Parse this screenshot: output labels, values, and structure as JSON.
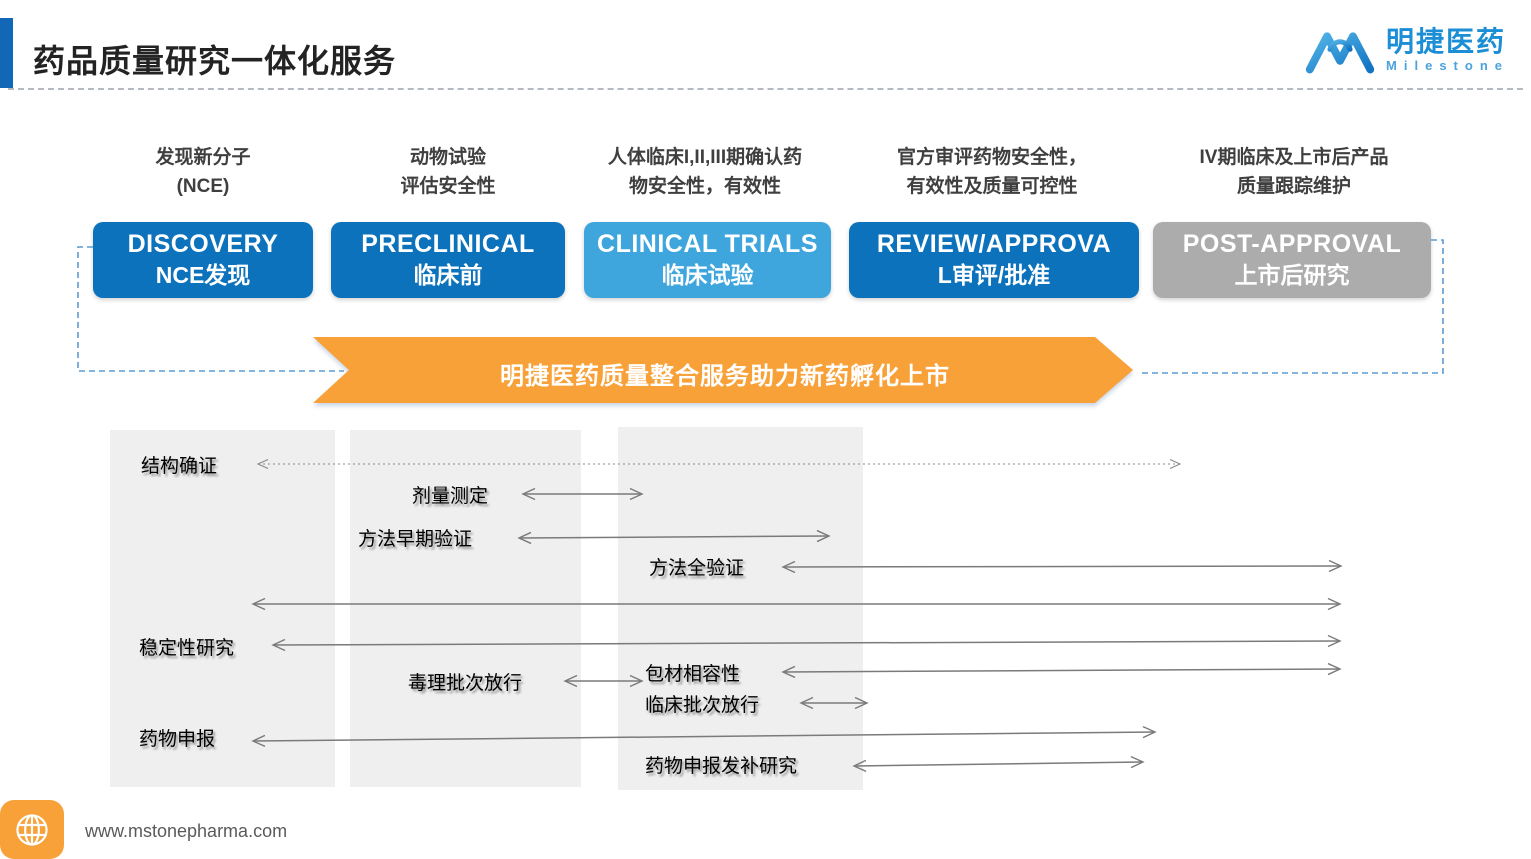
{
  "slide": {
    "title": "药品质量研究一体化服务",
    "logo": {
      "cn": "明捷医药",
      "en": "Milestone"
    },
    "footer_url": "www.mstonepharma.com"
  },
  "stages": [
    {
      "caption_line1": "发现新分子",
      "caption_line2": "(NCE)",
      "box_line1": "DISCOVERY",
      "box_line2": "NCE发现",
      "color": "#0c72bc"
    },
    {
      "caption_line1": "动物试验",
      "caption_line2": "评估安全性",
      "box_line1": "PRECLINICAL",
      "box_line2": "临床前",
      "color": "#0c72bc"
    },
    {
      "caption_line1": "人体临床I,II,III期确认药",
      "caption_line2": "物安全性，有效性",
      "box_line1": "CLINICAL TRIALS",
      "box_line2": "临床试验",
      "color": "#3fa6dd"
    },
    {
      "caption_line1": "官方审评药物安全性，",
      "caption_line2": "有效性及质量可控性",
      "box_line1": "REVIEW/APPROVA",
      "box_line2": "L审评/批准",
      "color": "#0c72bc"
    },
    {
      "caption_line1": "IV期临床及上市后产品",
      "caption_line2": "质量跟踪维护",
      "box_line1": "POST-APPROVAL",
      "box_line2": "上市后研究",
      "color": "#acacac"
    }
  ],
  "banner": {
    "text": "明捷医药质量整合服务助力新药孵化上市",
    "color": "#f8a139"
  },
  "gantt_labels": [
    {
      "text": "结构确证"
    },
    {
      "text": "剂量测定"
    },
    {
      "text": "方法早期验证"
    },
    {
      "text": "方法全验证"
    },
    {
      "text": "稳定性研究"
    },
    {
      "text": "毒理批次放行"
    },
    {
      "text": "包材相容性"
    },
    {
      "text": "临床批次放行"
    },
    {
      "text": "药物申报"
    },
    {
      "text": "药物申报发补研究"
    }
  ],
  "colors": {
    "dark_blue": "#0c72bc",
    "light_blue": "#3fa6dd",
    "gray_box": "#acacac",
    "orange": "#f8a139",
    "accent_bar": "#1268b6",
    "arrow_gray": "#7a7a7a",
    "bracket_blue": "#5b9bd5",
    "column_gray": "#efefef"
  }
}
